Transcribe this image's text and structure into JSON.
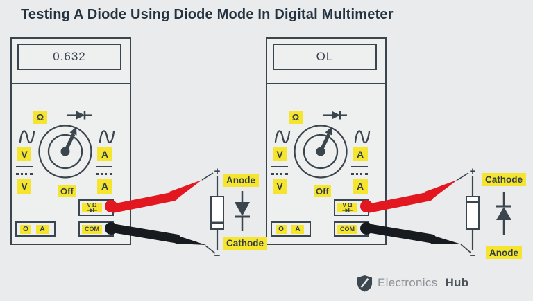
{
  "title": "Testing A Diode Using Diode Mode In Digital Multimeter",
  "meters": [
    {
      "display_value": "0.632",
      "labels": {
        "ohm": "Ω",
        "v_ac": "V",
        "a_ac": "A",
        "v_dc": "V",
        "a_dc": "A",
        "off": "Off",
        "vohm_jack": "V Ω",
        "com_jack": "COM",
        "port_o": "O",
        "port_a": "A"
      }
    },
    {
      "display_value": "OL",
      "labels": {
        "ohm": "Ω",
        "v_ac": "V",
        "a_ac": "A",
        "v_dc": "V",
        "a_dc": "A",
        "off": "Off",
        "vohm_jack": "V Ω",
        "com_jack": "COM",
        "port_o": "O",
        "port_a": "A"
      }
    }
  ],
  "circuits": [
    {
      "top_terminal": "+",
      "bottom_terminal": "−",
      "top_label": "Anode",
      "bottom_label": "Cathode"
    },
    {
      "top_terminal": "+",
      "bottom_terminal": "−",
      "top_label": "Cathode",
      "bottom_label": "Anode"
    }
  ],
  "logo": {
    "name_regular": "Electronics",
    "name_bold": "Hub"
  },
  "colors": {
    "background": "#e9ebec",
    "panel": "#eef0f0",
    "ink": "#3b454e",
    "highlight_yellow": "#f5e52f",
    "probe_red": "#e2171f",
    "probe_black": "#171b1f"
  }
}
